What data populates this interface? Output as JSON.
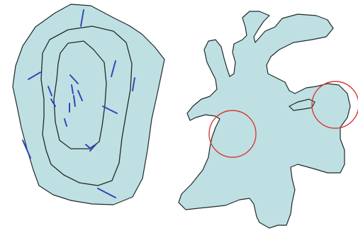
{
  "colors": {
    "background": "#ffffff",
    "shape_fill": "#bfe0e2",
    "outline": "#1f2b2b",
    "segment": "#3446b8",
    "marker": "#d63a3a"
  },
  "left_figure": {
    "contour_count": 3,
    "segment_count": 17,
    "segment_color_name": "blue"
  },
  "right_figure": {
    "marker_count": 2,
    "marker_shape": "circle",
    "marker_color_name": "red"
  }
}
